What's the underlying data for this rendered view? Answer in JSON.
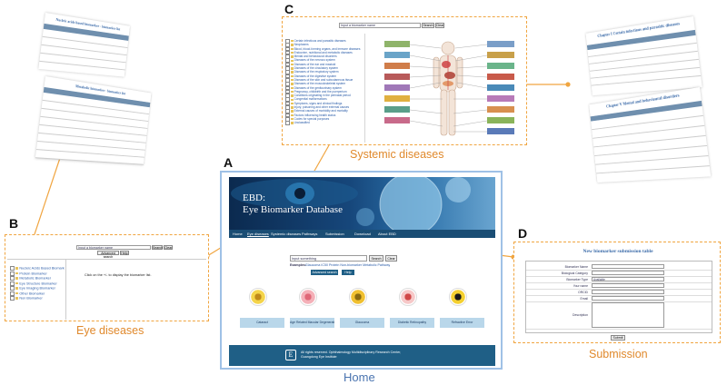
{
  "labels": {
    "a": "A",
    "b": "B",
    "c": "C",
    "d": "D"
  },
  "captions": {
    "home": "Home",
    "eye": "Eye diseases",
    "systemic": "Systemic diseases",
    "submission": "Submission"
  },
  "home": {
    "title_line1": "EBD:",
    "title_line2": "Eye Biomarker Database",
    "nav": [
      "Home",
      "Eye diseases",
      "Systemic diseases",
      "Pathways",
      "Submission",
      "Download",
      "About EBD"
    ],
    "search_value": "Input something",
    "search_button": "Search",
    "clear_button": "Clear",
    "examples_label": "Examples:",
    "examples": "Glaucoma  IC50  Protein  Non-biomarker  Metabolic  Pathway",
    "advanced_search": "Advanced search",
    "help": "Help",
    "categories": [
      "Cataract",
      "Age Related Macular Degeneration",
      "Glaucoma",
      "Diabetic Retinopathy",
      "Refractive Error"
    ],
    "footer_text": "All rights reserved. Ophthalmology Multidisciplinary Research Center, Guangdong Eye Institute",
    "footer_logo": "E"
  },
  "eye_panel": {
    "search_value": "Input a biomarker name",
    "search_button": "Search",
    "clear_button": "Clear",
    "advanced_search": "Advanced search",
    "help": "Help",
    "tree": [
      "Nucleic Acids Based Biomarker",
      "Protein Biomarker",
      "Metabolic Biomarker",
      "Eye Structure Biomarker",
      "Eye Imaging Biomarker",
      "Other Biomarker",
      "Non Biomarker"
    ],
    "hint": "Click on the +/- to display the biomarker list."
  },
  "systemic_panel": {
    "search_value": "Input a biomarker name",
    "search_button": "Search",
    "clear_button": "Clear",
    "tree": [
      "Certain infectious and parasitic diseases",
      "Neoplasms",
      "Blood, blood-forming organs, and immune diseases",
      "Endocrine, nutritional and metabolic diseases",
      "Mental and behavioural disorders",
      "Diseases of the nervous system",
      "Diseases of the ear and mastoid",
      "Diseases of the circulatory system",
      "Diseases of the respiratory system",
      "Diseases of the digestive system",
      "Diseases of the skin and subcutaneous tissue",
      "Diseases of the musculoskeletal system",
      "Diseases of the genitourinary system",
      "Pregnancy, childbirth and the puerperium",
      "Conditions originating in the perinatal period",
      "Congenital malformations",
      "Symptoms, signs and clinical findings",
      "Injury, poisoning and other external causes",
      "External causes of morbidity and mortality",
      "Factors influencing health status",
      "Codes for special purposes",
      "Unclassified"
    ]
  },
  "submission_panel": {
    "title": "New biomarker submission table",
    "fields": [
      "Biomarker Name",
      "Biological Category",
      "Biomarker Type",
      "Your name",
      "ORCID",
      "Email",
      "Description"
    ],
    "type_value": "Available",
    "submit": "Submit"
  },
  "left_tables": {
    "top_title": "Nucleic acids based biomarker - biomarker list",
    "bottom_title": "Metabolic biomarker - biomarker list"
  },
  "right_tables": {
    "top_title": "Chapter I Certain infectious and parasitic diseases",
    "bottom_title": "Chapter V Mental and behavioural disorders"
  },
  "colors": {
    "accent_orange": "#f0a540",
    "home_blue": "#4a74b0",
    "nav_blue": "#1a4d74"
  }
}
